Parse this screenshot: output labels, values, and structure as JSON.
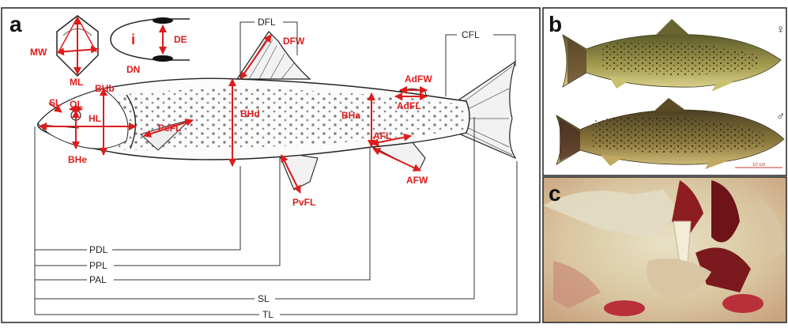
{
  "panels": {
    "a": "a",
    "b": "b",
    "c": "c"
  },
  "inset_labels": {
    "MW": "MW",
    "ML": "ML",
    "i": "i",
    "DE": "DE",
    "DN": "DN"
  },
  "measurements": {
    "SL": "SL",
    "OL": "OL",
    "HL": "HL",
    "BHb": "BHb",
    "BHe": "BHe",
    "PcFL": "PcFL",
    "BHd": "BHd",
    "DFW": "DFW",
    "BHa": "BHa",
    "AdFW": "AdFW",
    "AdFL": "AdFL",
    "AFL": "AFL",
    "AFW": "AFW",
    "PvFL": "PvFL"
  },
  "dimension_lines": {
    "DFL": "DFL",
    "CFL": "CFL",
    "PDL": "PDL",
    "PPL": "PPL",
    "PAL": "PAL",
    "SL": "SL",
    "TL": "TL"
  },
  "photo_b": {
    "female": "♀",
    "male": "♂",
    "scale": "10 cm"
  },
  "colors": {
    "measure": "#dd1c1c",
    "dim_line": "#333333",
    "border": "#222222"
  }
}
